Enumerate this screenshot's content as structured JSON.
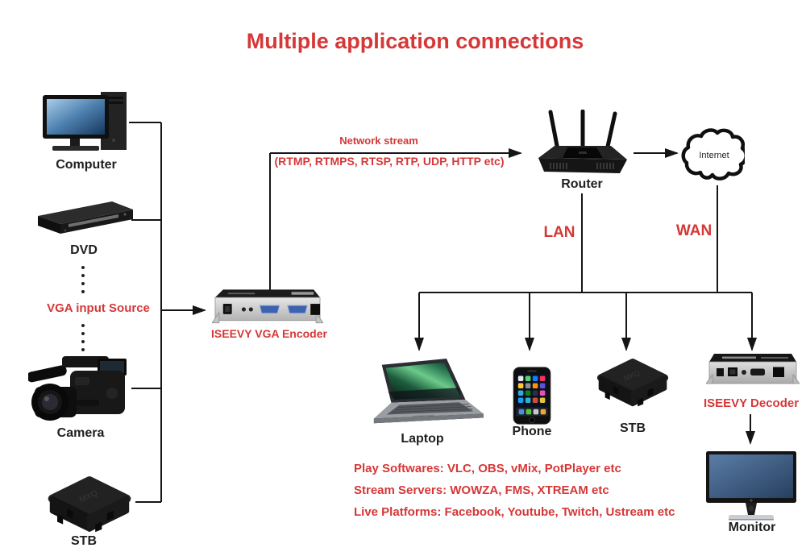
{
  "title": "Multiple application connections",
  "sources": {
    "computer": "Computer",
    "dvd": "DVD",
    "vga_input": "VGA input Source",
    "camera": "Camera",
    "stb": "STB"
  },
  "encoder": {
    "label": "ISEEVY VGA Encoder"
  },
  "network_stream": {
    "label": "Network stream",
    "protocols": "(RTMP, RTMPS, RTSP, RTP, UDP, HTTP etc)"
  },
  "router": {
    "label": "Router"
  },
  "internet": {
    "label": "Internet"
  },
  "links": {
    "lan": "LAN",
    "wan": "WAN"
  },
  "endpoints": {
    "laptop": "Laptop",
    "phone": "Phone",
    "stb": "STB",
    "stb_brand": "MXQ",
    "decoder": "ISEEVY Decoder",
    "monitor": "Monitor"
  },
  "notes": {
    "play_softwares": "Play Softwares: VLC, OBS, vMix, PotPlayer etc",
    "stream_servers": "Stream Servers: WOWZA, FMS, XTREAM etc",
    "live_platforms": "Live Platforms: Facebook, Youtube, Twitch, Ustream etc"
  },
  "colors": {
    "accent_red": "#d63737",
    "text_black": "#1f1f1f",
    "line_black": "#151515"
  }
}
